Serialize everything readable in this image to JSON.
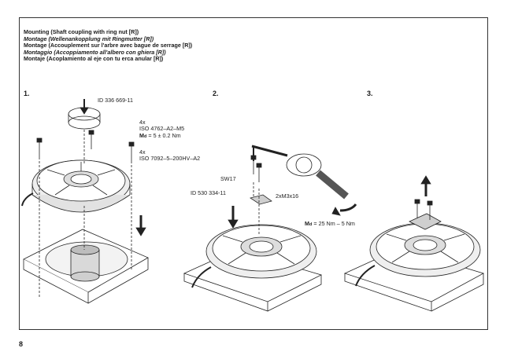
{
  "heading": {
    "en": "Mounting (Shaft coupling with ring nut [R])",
    "de": "Montage (Wellenankopplung mit Ringmutter [R])",
    "fr": "Montage (Accouplement sur l'arbre avec bague de serrage [R])",
    "it": "Montaggio (Accoppiamento all'albero con ghiera [R])",
    "es": "Montaje (Acoplamiento al eje con tu erca anular [R])"
  },
  "steps": {
    "s1": "1.",
    "s2": "2.",
    "s3": "3."
  },
  "labels": {
    "id1": "ID 336 669-11",
    "screw_count1": "4x",
    "screw_iso1": "ISO 4762–A2–M5",
    "md1_sym": "M",
    "md1_sub": "d",
    "md1_val": "= 5 ± 0.2 Nm",
    "screw_count2": "4x",
    "screw_iso2": "ISO 7092–5–200HV–A2",
    "sw": "SW17",
    "id2": "ID 530 334-11",
    "screws2": "2xM3x16",
    "md2_sym": "M",
    "md2_sub": "d",
    "md2_val": "= 25 Nm – 5 Nm"
  },
  "page_number": "8"
}
